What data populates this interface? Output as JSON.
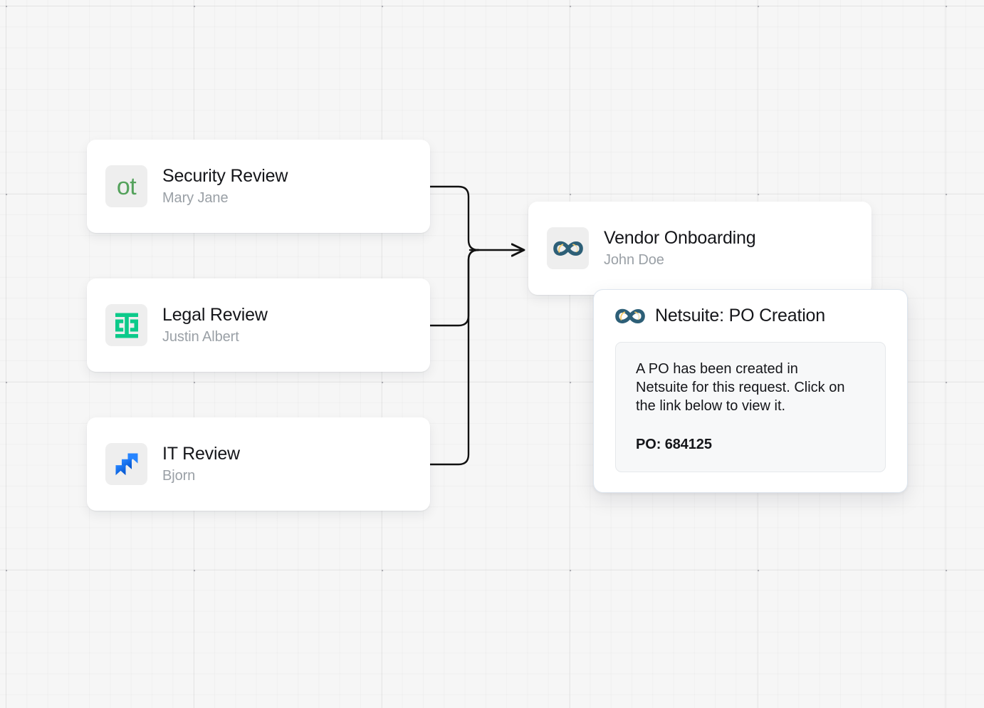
{
  "canvas": {
    "background_color": "#f6f6f6",
    "grid": "dotted-graph-grid"
  },
  "nodes": [
    {
      "id": "security-review",
      "title": "Security Review",
      "subtitle": "Mary Jane",
      "icon": "opentext-ot-icon",
      "icon_label": "ot",
      "icon_color": "#54a25c"
    },
    {
      "id": "legal-review",
      "title": "Legal Review",
      "subtitle": "Justin Albert",
      "icon": "ironclad-icon",
      "icon_color": "#0cca8a"
    },
    {
      "id": "it-review",
      "title": "IT Review",
      "subtitle": "Bjorn",
      "icon": "jira-icon",
      "icon_color": "#2684ff"
    },
    {
      "id": "vendor-onboarding",
      "title": "Vendor Onboarding",
      "subtitle": "John Doe",
      "icon": "netsuite-infinity-icon",
      "icon_color": "#2d5f77"
    }
  ],
  "popup": {
    "id": "netsuite-po-creation",
    "title": "Netsuite: PO Creation",
    "icon": "netsuite-infinity-icon",
    "message": "A PO has been created in Netsuite for this request. Click on the link below to view it.",
    "po_line": "PO: 684125",
    "po_label": "PO:",
    "po_number": "684125",
    "border_color": "#dde5ee",
    "panel_color": "#f7f8f9"
  },
  "edges": {
    "stroke_color": "#111111",
    "stroke_width": 2.4,
    "connections": [
      {
        "from": "security-review",
        "to": "vendor-onboarding"
      },
      {
        "from": "legal-review",
        "to": "vendor-onboarding"
      },
      {
        "from": "it-review",
        "to": "vendor-onboarding"
      }
    ],
    "arrow_target": "vendor-onboarding"
  }
}
